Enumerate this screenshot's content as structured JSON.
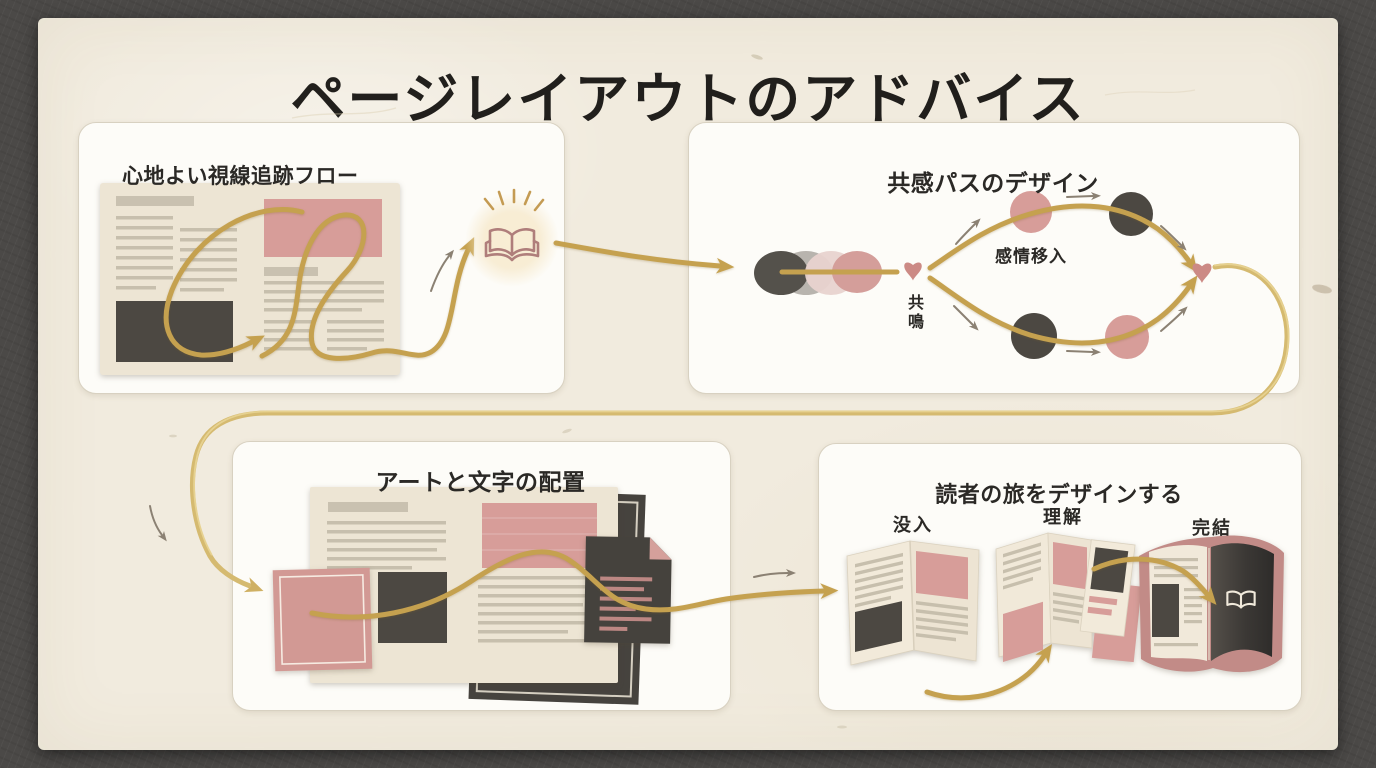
{
  "title": "ページレイアウトのアドバイス",
  "panels": {
    "gaze_flow": {
      "header": "心地よい視線追跡フロー"
    },
    "empathy_path": {
      "header": "共感パスのデザイン",
      "labels": {
        "empathy": "感情移入",
        "resonance": "共鳴"
      }
    },
    "art_text": {
      "header": "アートと文字の配置"
    },
    "reader_journey": {
      "header": "読者の旅をデザインする",
      "stages": [
        {
          "label": "没入"
        },
        {
          "label": "理解"
        },
        {
          "label": "完結"
        }
      ]
    }
  },
  "icons": {
    "center_book": "open-book-icon",
    "sparkle": "sparkle-rays-icon",
    "resonance_heart": "heart-icon",
    "merge_heart": "heart-icon",
    "final_book": "open-book-icon"
  },
  "colors": {
    "frame": "#4B4947",
    "sheet": "#F1EBDE",
    "panel": "#FDFCF8",
    "panel_border": "#D8D1C1",
    "title_text": "#211F1C",
    "header_text": "#2B2926",
    "gold": "#C5A14F",
    "gold_light": "#D5BA70",
    "gray_arrow": "#8B8173",
    "pink": "#D79D99",
    "pink_soft": "#E8D3CF",
    "dark_block": "#4C4842",
    "line_tone": "#C7BFAD",
    "bar_tone": "#C9C1B0",
    "cream_page": "#EDE5D4",
    "heart": "#CC8A85",
    "mauve_book": "#AF7E7B"
  }
}
